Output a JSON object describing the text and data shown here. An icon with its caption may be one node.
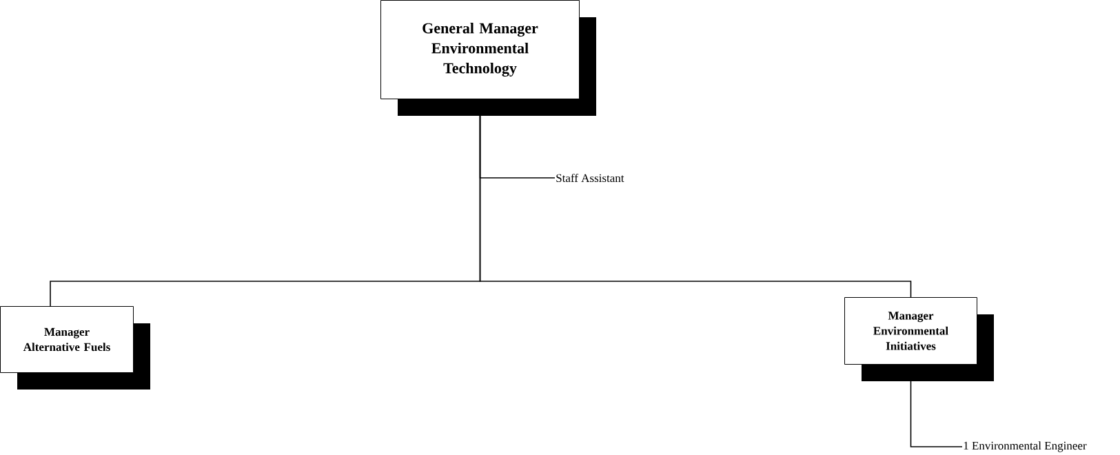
{
  "diagram": {
    "nodes": [
      {
        "text": [
          "General Manager Environmental Technology"
        ]
      },
      {
        "text": [
          "Staff Assistant"
        ]
      },
      {
        "text": [
          "Manager Alternative Fuels"
        ]
      },
      {
        "text": [
          "Manager Environmental Initiatives"
        ]
      },
      {
        "text": [
          "1 Environmental Engineer"
        ]
      }
    ],
    "edges": [
      {
        "from": 0,
        "to": 1,
        "arrow": "none"
      },
      {
        "from": 0,
        "to": 2,
        "arrow": "none"
      },
      {
        "from": 0,
        "to": 3,
        "arrow": "none"
      },
      {
        "from": 3,
        "to": 4,
        "arrow": "none"
      }
    ]
  }
}
